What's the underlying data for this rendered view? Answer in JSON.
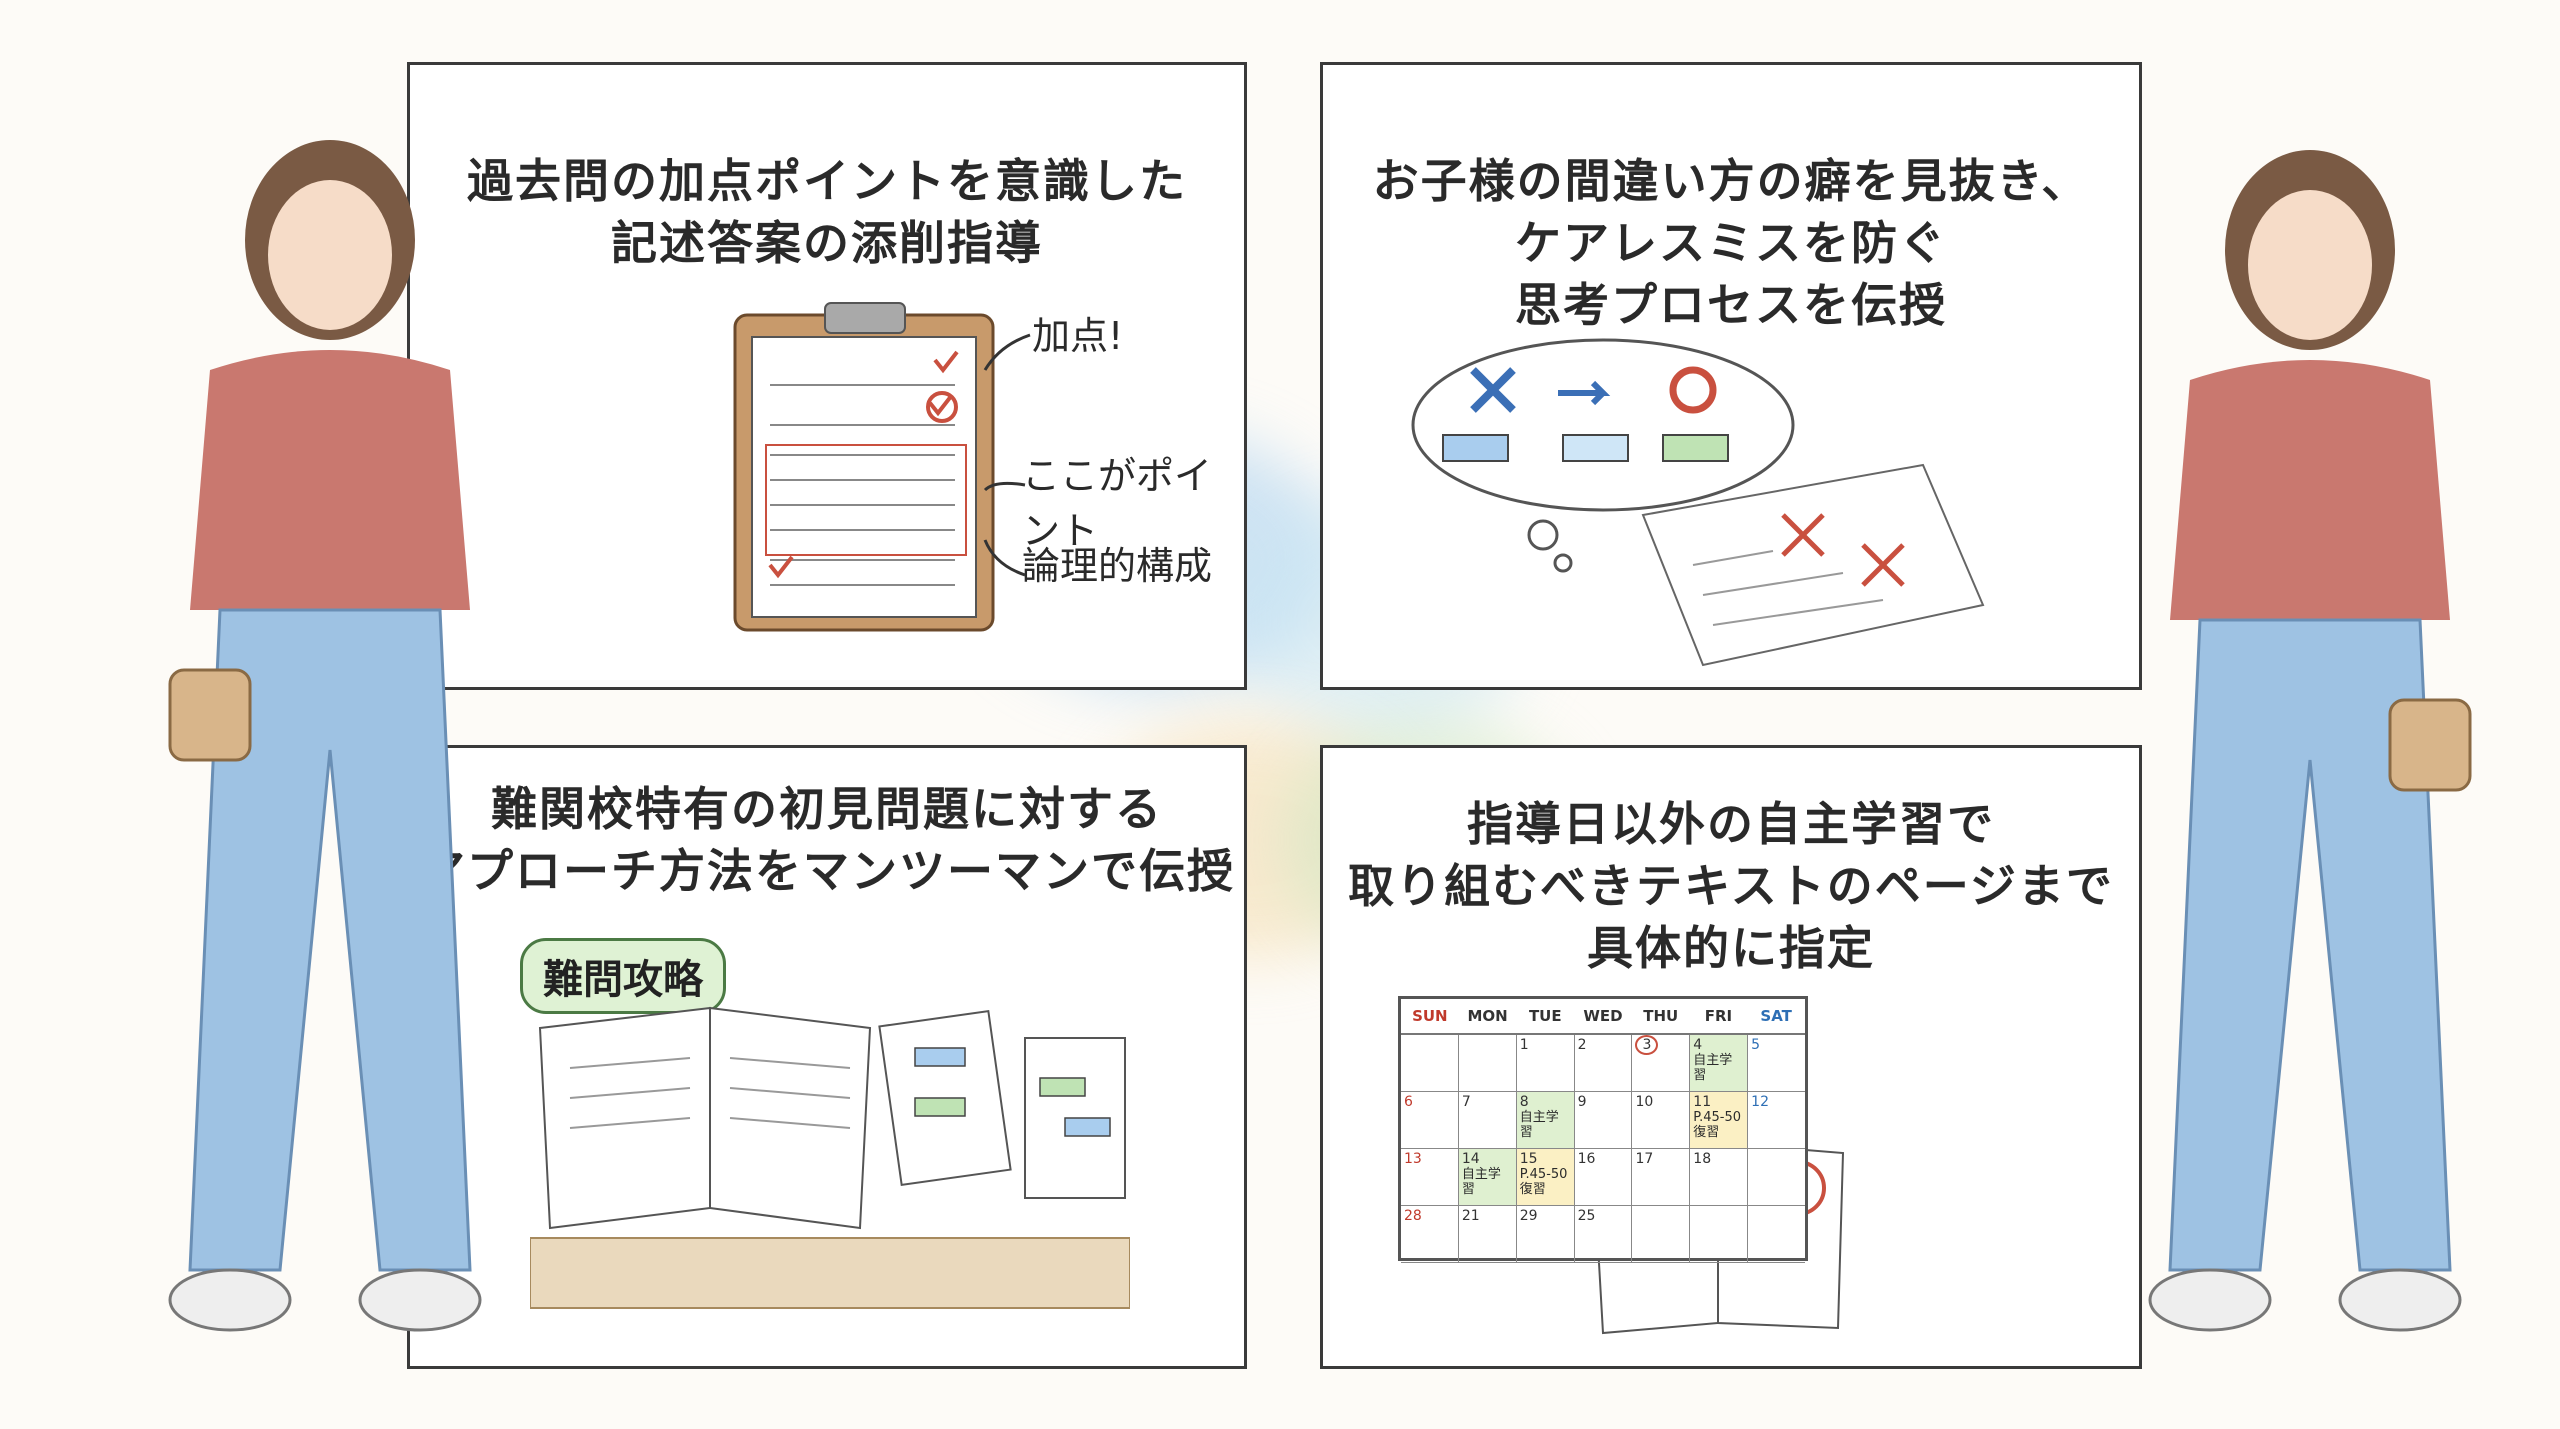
{
  "panels": {
    "top_left": {
      "lines": [
        "過去問の加点ポイントを意識した",
        "記述答案の添削指導"
      ]
    },
    "top_right": {
      "lines": [
        "お子様の間違い方の癖を見抜き、",
        "ケアレスミスを防ぐ",
        "思考プロセスを伝授"
      ]
    },
    "bottom_left": {
      "lines": [
        "難関校特有の初見問題に対する",
        "アプローチ方法をマンツーマンで伝授"
      ]
    },
    "bottom_right": {
      "lines": [
        "指導日以外の自主学習で",
        "取り組むべきテキストのページまで",
        "具体的に指定"
      ]
    }
  },
  "callouts": {
    "points": "加点!",
    "key_point": "ここがポイント",
    "logic": "論理的構成"
  },
  "badge": "難問攻略",
  "calendar": {
    "days": [
      "SUN",
      "MON",
      "TUE",
      "WED",
      "THU",
      "FRI",
      "SAT"
    ],
    "day_colors": [
      "#c0392b",
      "#333333",
      "#333333",
      "#333333",
      "#333333",
      "#333333",
      "#2e6fb5"
    ],
    "weeks": [
      [
        {
          "d": ""
        },
        {
          "d": ""
        },
        {
          "d": "1"
        },
        {
          "d": "2"
        },
        {
          "d": "3",
          "circled": true
        },
        {
          "d": "4",
          "note": "自主学習",
          "bg": "#dff0d0"
        },
        {
          "d": "5"
        }
      ],
      [
        {
          "d": "6"
        },
        {
          "d": "7"
        },
        {
          "d": "8",
          "note": "自主学習",
          "bg": "#dff0d0"
        },
        {
          "d": "9"
        },
        {
          "d": "10"
        },
        {
          "d": "11",
          "note": "P.45-50 復習",
          "bg": "#fbf0c4"
        },
        {
          "d": "12"
        }
      ],
      [
        {
          "d": "13"
        },
        {
          "d": "14",
          "note": "自主学習",
          "bg": "#dff0d0"
        },
        {
          "d": "15",
          "note": "P.45-50 復習",
          "bg": "#fbf0c4"
        },
        {
          "d": "16"
        },
        {
          "d": "17"
        },
        {
          "d": "18"
        },
        {
          "d": ""
        }
      ],
      [
        {
          "d": "28"
        },
        {
          "d": "21"
        },
        {
          "d": "29"
        },
        {
          "d": "25"
        },
        {
          "d": ""
        },
        {
          "d": ""
        },
        {
          "d": ""
        }
      ]
    ]
  },
  "colors": {
    "accent_red": "#c9503f",
    "accent_blue": "#5b8fd3",
    "accent_green": "#7cc37a"
  }
}
